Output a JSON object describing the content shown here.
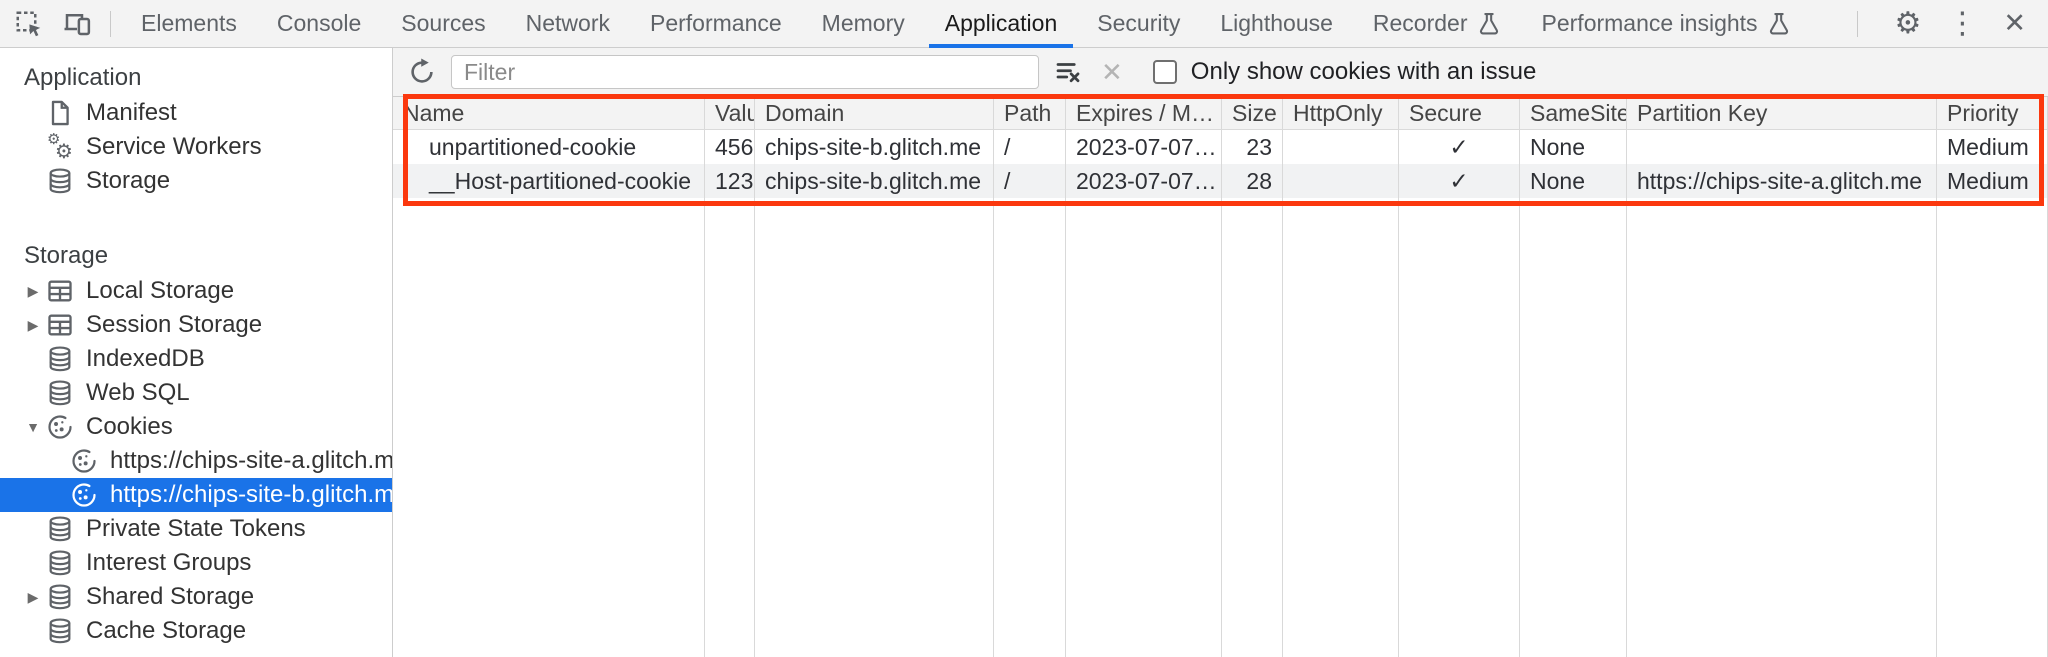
{
  "topbar": {
    "tabs": [
      "Elements",
      "Console",
      "Sources",
      "Network",
      "Performance",
      "Memory",
      "Application",
      "Security",
      "Lighthouse",
      "Recorder",
      "Performance insights"
    ],
    "active_tab": "Application"
  },
  "sidebar": {
    "sections": {
      "application": "Application",
      "storage": "Storage"
    },
    "items": {
      "manifest": "Manifest",
      "service_workers": "Service Workers",
      "storage": "Storage",
      "local_storage": "Local Storage",
      "session_storage": "Session Storage",
      "indexeddb": "IndexedDB",
      "web_sql": "Web SQL",
      "cookies": "Cookies",
      "cookie_site_a": "https://chips-site-a.glitch.me",
      "cookie_site_b": "https://chips-site-b.glitch.me",
      "private_state_tokens": "Private State Tokens",
      "interest_groups": "Interest Groups",
      "shared_storage": "Shared Storage",
      "cache_storage": "Cache Storage"
    },
    "selected_item": "https://chips-site-b.glitch.me"
  },
  "toolbar": {
    "filter_placeholder": "Filter",
    "only_issue_label": "Only show cookies with an issue",
    "checkbox_checked": false
  },
  "cookie_table": {
    "columns": [
      "Name",
      "Value",
      "Domain",
      "Path",
      "Expires / M…",
      "Size",
      "HttpOnly",
      "Secure",
      "SameSite",
      "Partition Key",
      "Priority"
    ],
    "rows": [
      {
        "name": "unpartitioned-cookie",
        "value": "456",
        "domain": "chips-site-b.glitch.me",
        "path": "/",
        "expires": "2023-07-07…",
        "size": "23",
        "http_only": "",
        "secure": "✓",
        "same_site": "None",
        "partition_key": "",
        "priority": "Medium"
      },
      {
        "name": "__Host-partitioned-cookie",
        "value": "123",
        "domain": "chips-site-b.glitch.me",
        "path": "/",
        "expires": "2023-07-07…",
        "size": "28",
        "http_only": "",
        "secure": "✓",
        "same_site": "None",
        "partition_key": "https://chips-site-a.glitch.me",
        "priority": "Medium"
      }
    ]
  },
  "colors": {
    "accent_blue": "#1a73e8",
    "annotation_red": "#fb380e",
    "selected_row_text": "#ffffff",
    "row_stripe": "#f1f2f3",
    "toolbar_bg": "#f3f3f3"
  }
}
